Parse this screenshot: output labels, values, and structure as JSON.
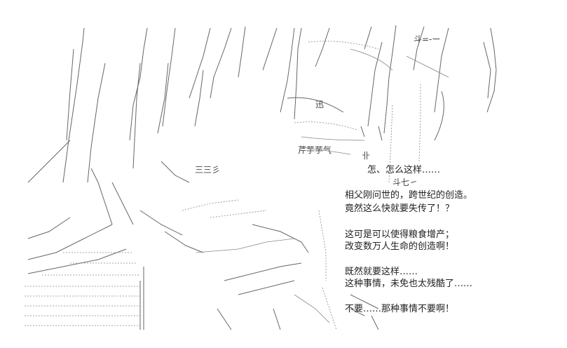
{
  "dialogue": [
    "怎、怎么这样……",
    "相父刚问世的，跨世纪的创造。",
    "竟然这么快就要失传了！？",
    "这可是可以使得粮食增产；",
    "改变数万人生命的创造啊！",
    "既然就要这样……",
    "这种事情，未免也太残酷了……",
    "不要……那种事情不要啊！"
  ],
  "art_text": {
    "stroke_label_1": "斗=-ー",
    "stroke_label_2": "芹芋芋气",
    "stroke_label_3": "三三彡",
    "stroke_label_4": "斗七㇀",
    "stroke_label_5": "卝",
    "stroke_label_6": "迅"
  },
  "colors": {
    "ink": "#444444",
    "background": "#ffffff"
  }
}
